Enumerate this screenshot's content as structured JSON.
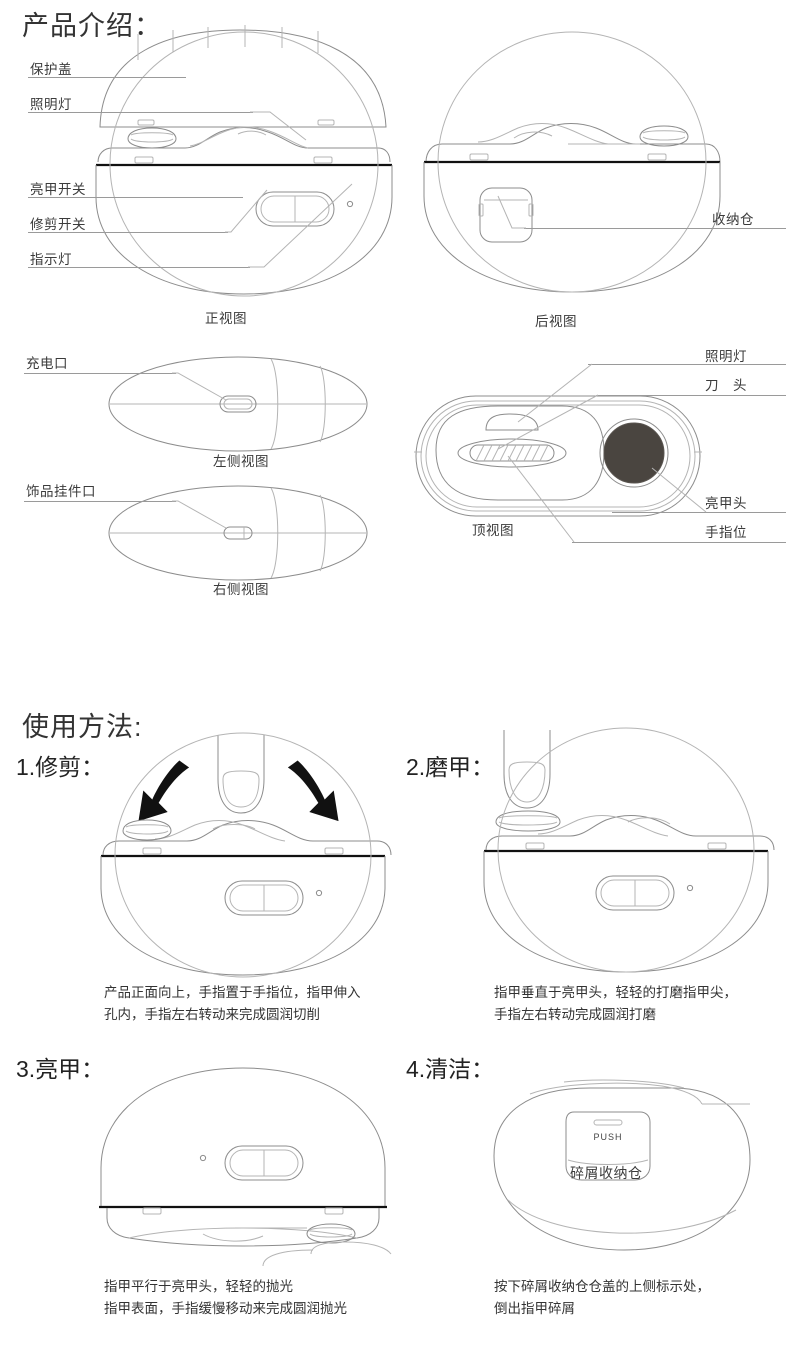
{
  "sections": {
    "product_intro": {
      "title": "产品介绍：",
      "front_view": {
        "name": "正视图",
        "labels": [
          {
            "text": "保护盖"
          },
          {
            "text": "照明灯"
          },
          {
            "text": "亮甲开关"
          },
          {
            "text": "修剪开关"
          },
          {
            "text": "指示灯"
          }
        ]
      },
      "rear_view": {
        "name": "后视图",
        "labels": [
          {
            "text": "收纳仓"
          }
        ]
      },
      "left_view": {
        "name": "左侧视图",
        "labels": [
          {
            "text": "充电口"
          }
        ]
      },
      "right_view": {
        "name": "右侧视图",
        "labels": [
          {
            "text": "饰品挂件口"
          }
        ]
      },
      "top_view": {
        "name": "顶视图",
        "labels": [
          {
            "text": "照明灯"
          },
          {
            "text": "刀　头"
          },
          {
            "text": "亮甲头"
          },
          {
            "text": "手指位"
          }
        ]
      }
    },
    "usage": {
      "title": "使用方法:",
      "steps": [
        {
          "title": "1.修剪：",
          "caption_line1": "产品正面向上，手指置于手指位，指甲伸入",
          "caption_line2": "孔内，手指左右转动来完成圆润切削"
        },
        {
          "title": "2.磨甲：",
          "caption_line1": "指甲垂直于亮甲头，轻轻的打磨指甲尖，",
          "caption_line2": "手指左右转动完成圆润打磨"
        },
        {
          "title": "3.亮甲：",
          "caption_line1": "指甲平行于亮甲头，轻轻的抛光",
          "caption_line2": "指甲表面，手指缓慢移动来完成圆润抛光"
        },
        {
          "title": "4.清洁：",
          "caption_line1": "按下碎屑收纳仓仓盖的上侧标示处，",
          "caption_line2": "倒出指甲碎屑",
          "diagram_label": "碎屑收纳仓",
          "push_text": "PUSH"
        }
      ]
    }
  },
  "colors": {
    "line": "#8c8c8c",
    "seam": "#111111",
    "text": "#333333",
    "background": "#ffffff"
  }
}
